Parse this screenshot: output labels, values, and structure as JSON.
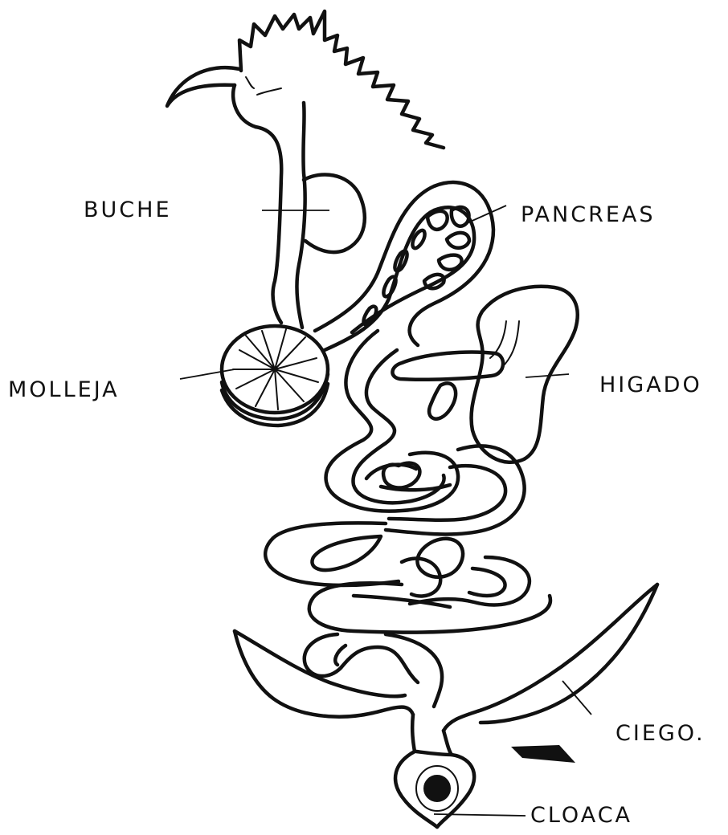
{
  "labels": {
    "buche": "BUCHE",
    "pancreas": "PANCREAS",
    "molleja": "MOLLEJA",
    "higado": "HIGADO",
    "ciego": "CIEGO.",
    "cloaca": "CLOACA"
  },
  "colors": {
    "ink": "#111111",
    "paper": "#ffffff"
  }
}
